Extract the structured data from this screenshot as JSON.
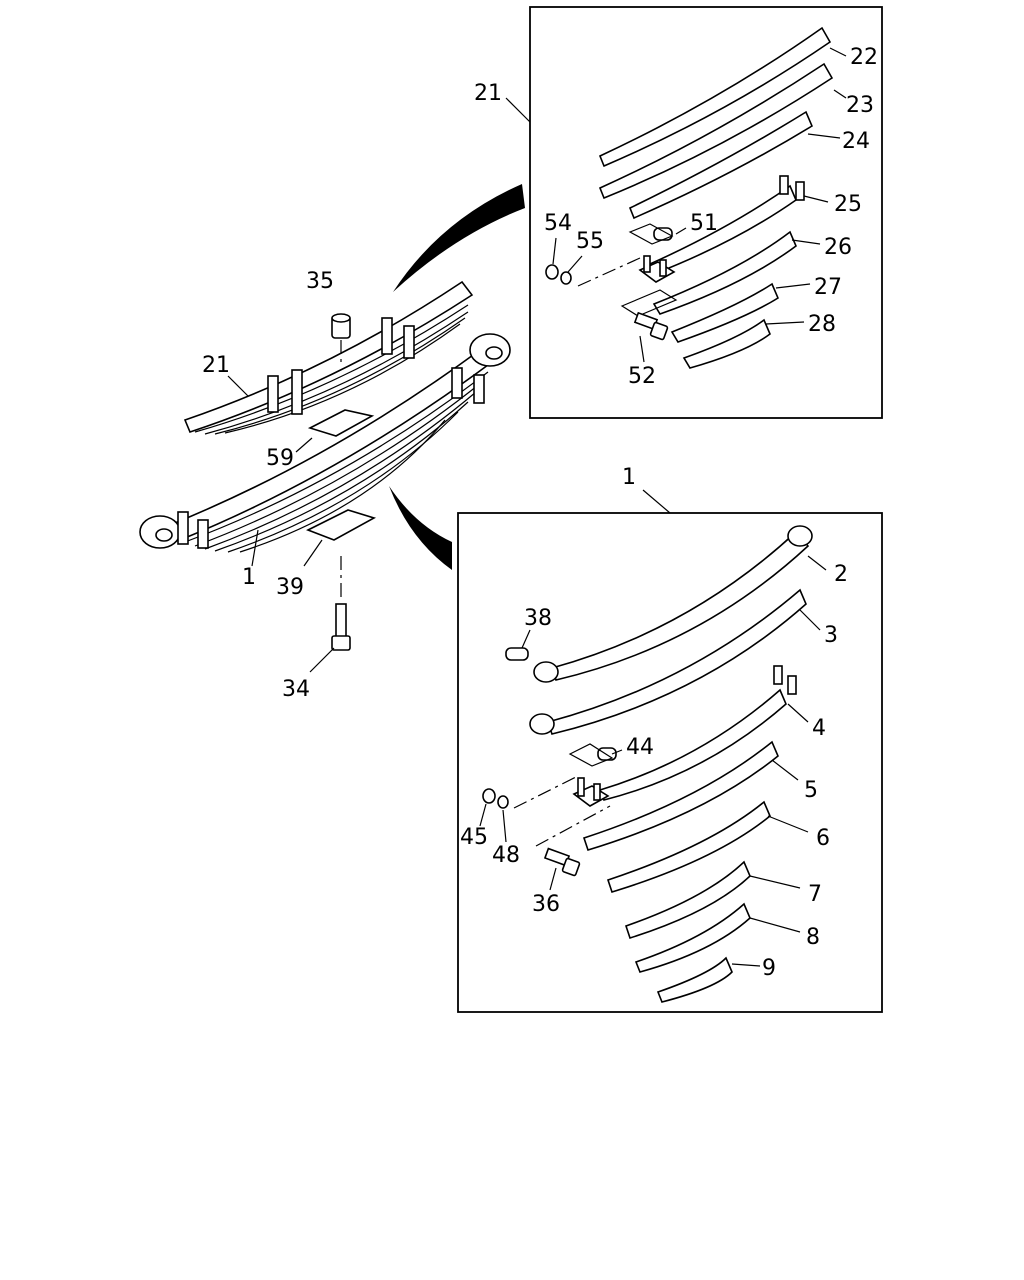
{
  "colors": {
    "ink": "#000000",
    "paper": "#ffffff"
  },
  "insets": {
    "upper": {
      "ref": "21"
    },
    "lower": {
      "ref": "1"
    }
  },
  "labels": {
    "p1": "1",
    "p2": "2",
    "p3": "3",
    "p4": "4",
    "p5": "5",
    "p6": "6",
    "p7": "7",
    "p8": "8",
    "p9": "9",
    "p21": "21",
    "p22": "22",
    "p23": "23",
    "p24": "24",
    "p25": "25",
    "p26": "26",
    "p27": "27",
    "p28": "28",
    "p34": "34",
    "p35": "35",
    "p36": "36",
    "p38": "38",
    "p39": "39",
    "p44": "44",
    "p45": "45",
    "p48": "48",
    "p51": "51",
    "p52": "52",
    "p54": "54",
    "p55": "55",
    "p59": "59"
  }
}
